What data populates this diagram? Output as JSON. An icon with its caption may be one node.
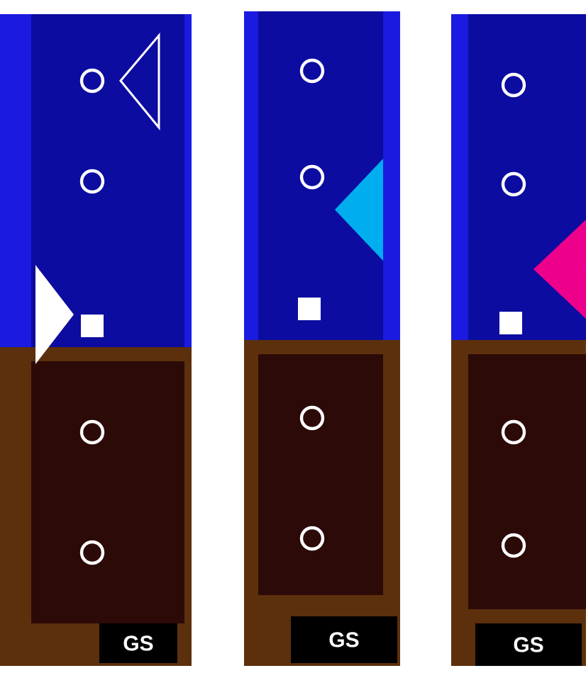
{
  "diagram": {
    "labels": [
      "GS",
      "GS",
      "GS"
    ]
  }
}
